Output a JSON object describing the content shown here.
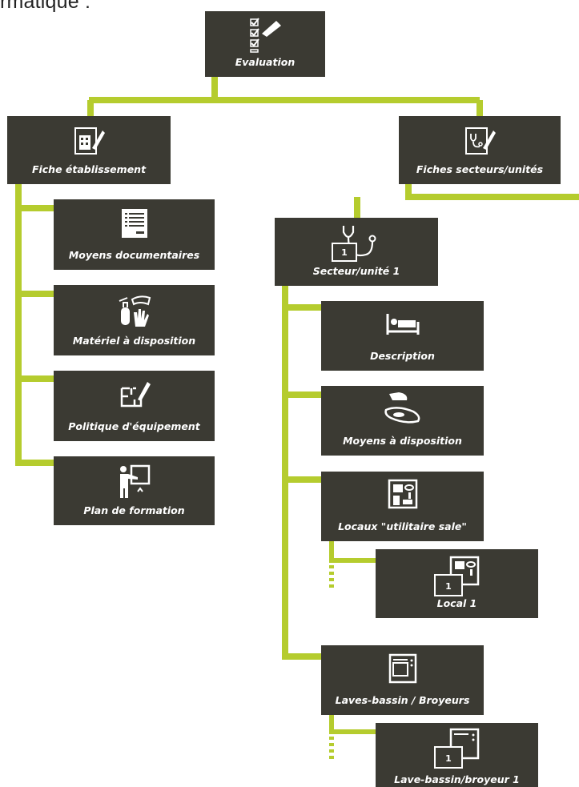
{
  "header_text": "rmatique :",
  "nodes": {
    "evaluation": "Evaluation",
    "fiche_etablissement": "Fiche établissement",
    "fiches_secteurs": "Fiches secteurs/unités",
    "moyens_documentaires": "Moyens documentaires",
    "materiel": "Matériel à disposition",
    "politique": "Politique d'équipement",
    "plan_formation": "Plan de formation",
    "secteur1": "Secteur/unité 1",
    "description": "Description",
    "moyens_disposition": "Moyens à disposition",
    "locaux": "Locaux \"utilitaire sale\"",
    "local1": "Local 1",
    "laves": "Laves-bassin / Broyeurs",
    "lave1": "Lave-bassin/broyeur 1"
  },
  "numbers": {
    "secteur1_num": "1",
    "local1_num": "1",
    "lave1_num": "1"
  },
  "colors": {
    "box": "#3b3a33",
    "connector": "#b5cc2e",
    "text": "#ffffff"
  }
}
